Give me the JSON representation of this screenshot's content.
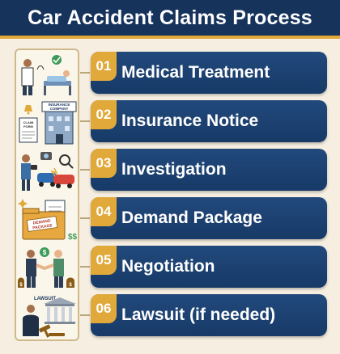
{
  "title": "Car Accident Claims Process",
  "steps": [
    {
      "number": "01",
      "label": "Medical Treatment",
      "icon": "doctor-patient-icon"
    },
    {
      "number": "02",
      "label": "Insurance Notice",
      "icon": "insurance-company-icon"
    },
    {
      "number": "03",
      "label": "Investigation",
      "icon": "crash-investigation-icon"
    },
    {
      "number": "04",
      "label": "Demand Package",
      "icon": "demand-package-icon"
    },
    {
      "number": "05",
      "label": "Negotiation",
      "icon": "handshake-icon"
    },
    {
      "number": "06",
      "label": "Lawsuit (if needed)",
      "icon": "courthouse-gavel-icon"
    }
  ],
  "icon_text": {
    "insurance_sign": "INSURANCE COMPANY",
    "claim_form": "CLAIM FORM",
    "demand_folder": "DEMAND PACKAGE",
    "lawsuit_sign": "LAWSUIT"
  },
  "colors": {
    "navy": "#16335c",
    "gold": "#e0a93a",
    "background": "#f6efe1"
  }
}
